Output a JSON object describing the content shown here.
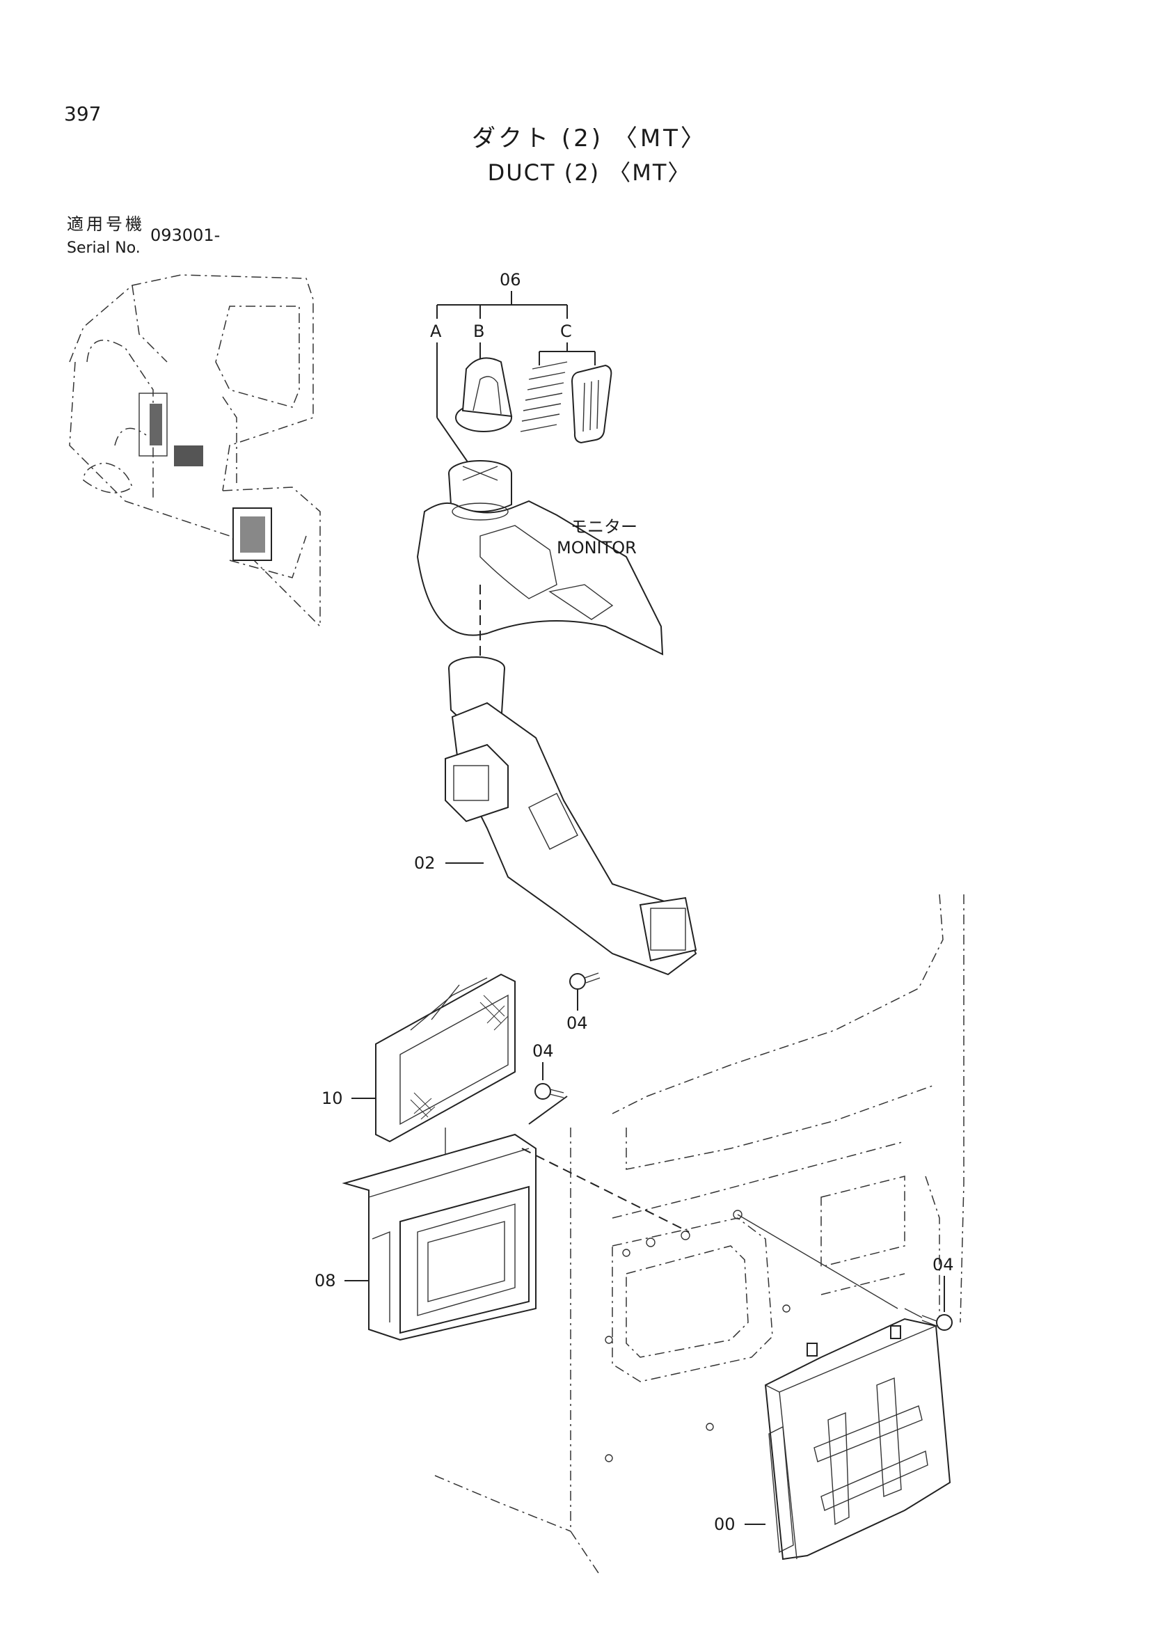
{
  "page": {
    "number": "397",
    "title_ja": "ダクト (2) 〈MT〉",
    "title_en": "DUCT (2) 〈MT〉",
    "serial_label_ja": "適用号機",
    "serial_label_en": "Serial No.",
    "serial_value": "093001-"
  },
  "labels": {
    "group_06": "06",
    "sub_a": "A",
    "sub_b": "B",
    "sub_c": "C",
    "monitor_ja": "モニター",
    "monitor_en": "MONITOR",
    "part_02": "02",
    "part_04_a": "04",
    "part_04_b": "04",
    "part_04_c": "04",
    "part_10": "10",
    "part_08": "08",
    "part_00": "00"
  }
}
